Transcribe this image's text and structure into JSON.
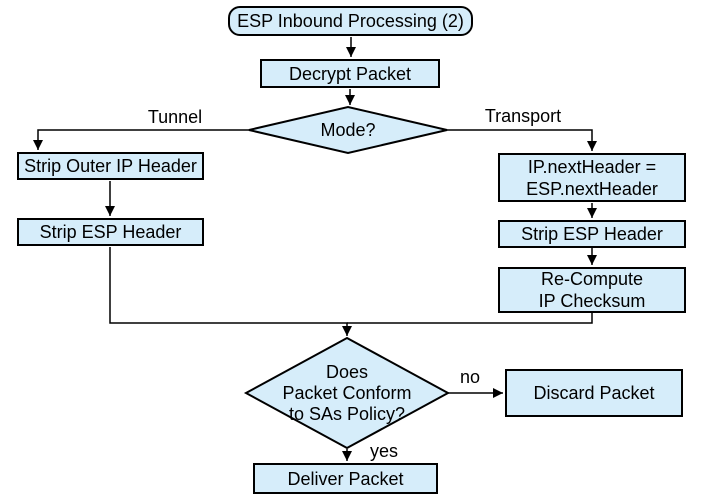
{
  "title": "ESP Inbound Processing (2)",
  "colors": {
    "node_fill": "#d6edfa",
    "node_border": "#000000",
    "line": "#000000",
    "background": "#ffffff",
    "text": "#000000"
  },
  "nodes": {
    "start": {
      "label": "ESP Inbound Processing (2)",
      "shape": "rounded-rect"
    },
    "decrypt": {
      "label": "Decrypt Packet",
      "shape": "rect"
    },
    "mode": {
      "label": "Mode?",
      "shape": "diamond"
    },
    "strip_outer": {
      "label": "Strip Outer IP Header",
      "shape": "rect"
    },
    "strip_esp_left": {
      "label": "Strip ESP Header",
      "shape": "rect"
    },
    "ip_next": {
      "label": "IP.nextHeader =\nESP.nextHeader",
      "shape": "rect"
    },
    "strip_esp_right": {
      "label": "Strip ESP Header",
      "shape": "rect"
    },
    "recompute": {
      "label": "Re-Compute\nIP Checksum",
      "shape": "rect"
    },
    "policy": {
      "label": "Does\nPacket Conform\nto SAs Policy?",
      "shape": "diamond"
    },
    "discard": {
      "label": "Discard Packet",
      "shape": "rect"
    },
    "deliver": {
      "label": "Deliver Packet",
      "shape": "rect"
    }
  },
  "edge_labels": {
    "tunnel": "Tunnel",
    "transport": "Transport",
    "no": "no",
    "yes": "yes"
  }
}
